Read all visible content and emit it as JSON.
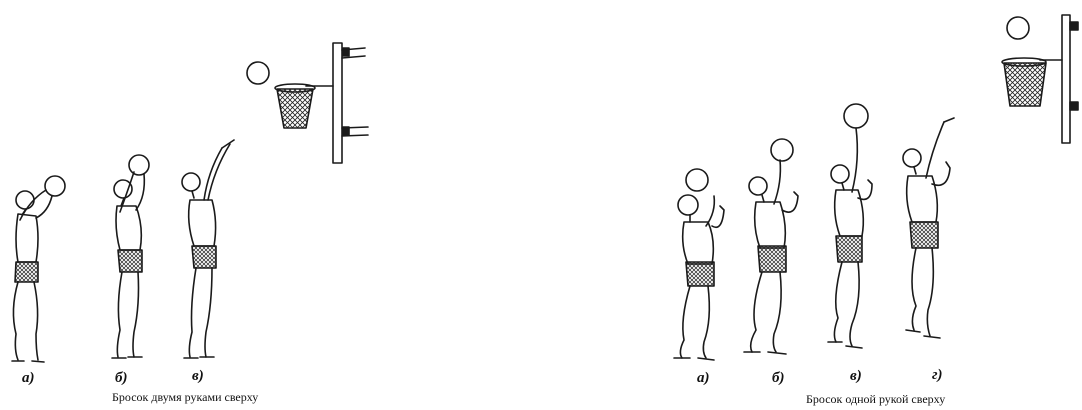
{
  "left_panel": {
    "labels": [
      "а)",
      "б)",
      "в)"
    ],
    "caption": "Бросок двумя руками сверху"
  },
  "right_panel": {
    "labels": [
      "а)",
      "б)",
      "в)",
      "г)"
    ],
    "caption": "Бросок одной рукой сверху"
  }
}
